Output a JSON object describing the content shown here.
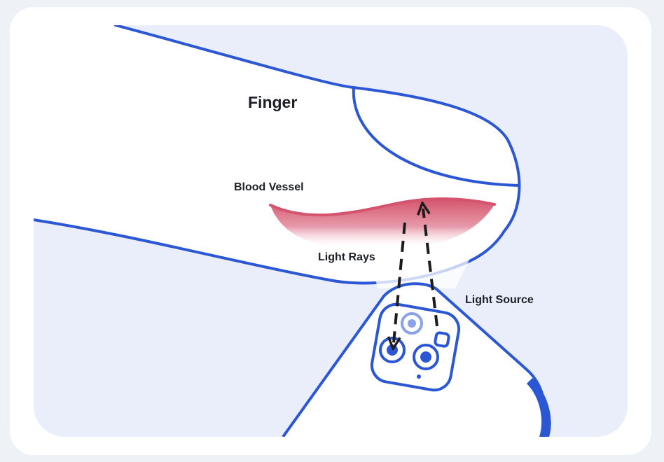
{
  "labels": {
    "finger": "Finger",
    "blood_vessel": "Blood Vessel",
    "light_rays": "Light Rays",
    "light_source": "Light Source"
  },
  "colors": {
    "outline": "#2b57d4",
    "background": "#e9eefa",
    "card": "#ffffff",
    "vessel": "#d4546d",
    "rays": "#1c1c1c"
  }
}
